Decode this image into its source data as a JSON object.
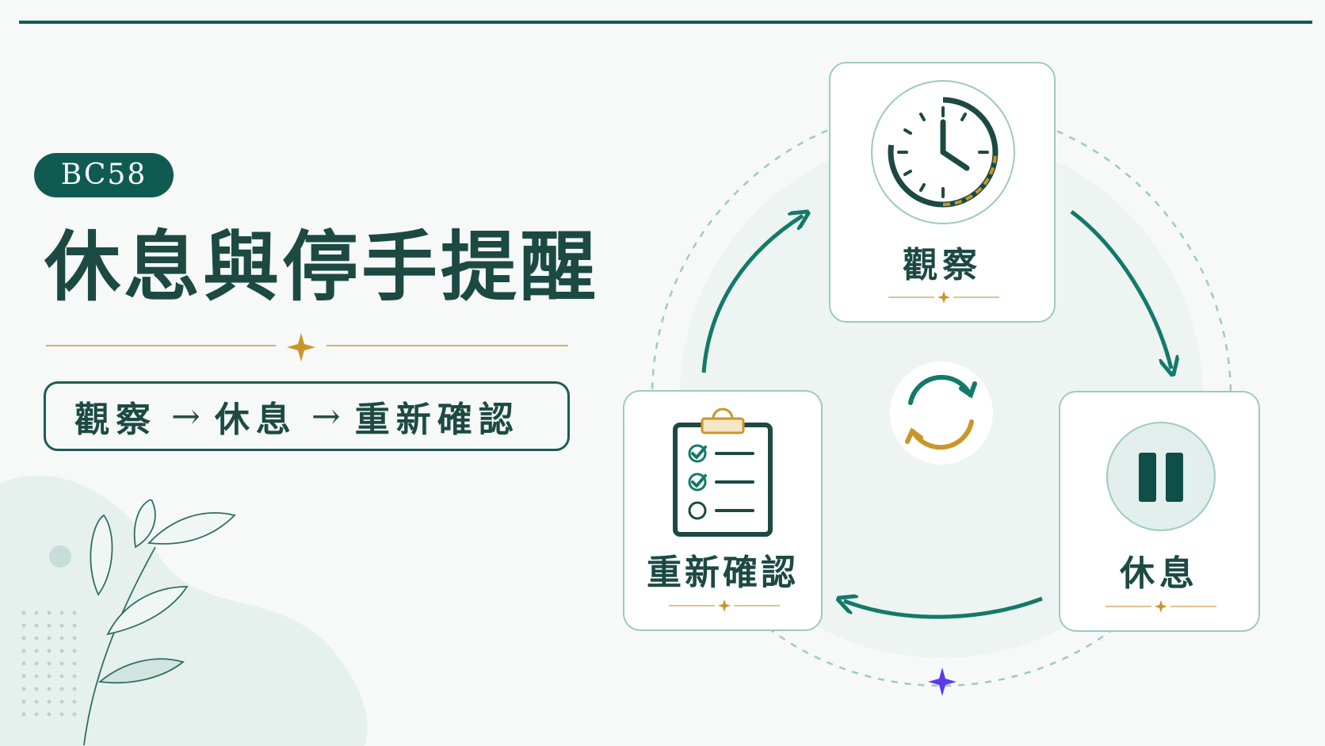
{
  "badge": "BC58",
  "title": "休息與停手提醒",
  "flow": {
    "step1": "觀察",
    "arrow": "→",
    "step2": "休息",
    "step3": "重新確認"
  },
  "cards": {
    "observe": {
      "label": "觀察",
      "icon": "clock-icon"
    },
    "rest": {
      "label": "休息",
      "icon": "pause-icon"
    },
    "recheck": {
      "label": "重新確認",
      "icon": "clipboard-checklist-icon"
    }
  },
  "center_icon": "refresh-cycle-icon",
  "colors": {
    "primary": "#0f5b52",
    "title": "#1c4a43",
    "accent_gold": "#c9962a",
    "arrow": "#137a6a",
    "sparkle": "#5b3be8"
  }
}
